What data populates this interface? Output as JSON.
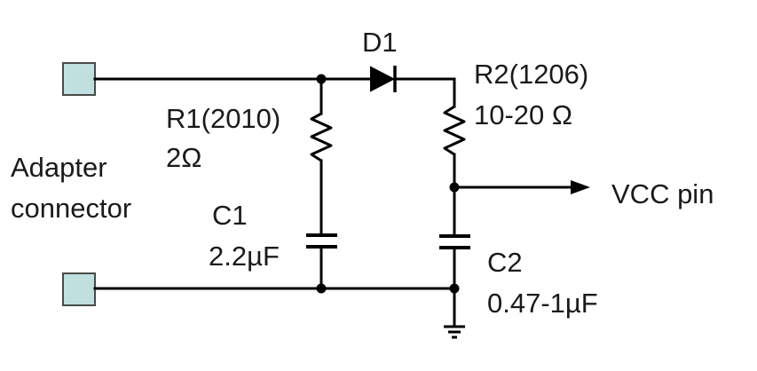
{
  "labels": {
    "connector_line1": "Adapter",
    "connector_line2": "connector",
    "d1": "D1",
    "r1_name": "R1(2010)",
    "r1_value": "2Ω",
    "c1_name": "C1",
    "c1_value": "2.2µF",
    "r2_name": "R2(1206)",
    "r2_value": "10-20 Ω",
    "c2_name": "C2",
    "c2_value": "0.47-1µF",
    "vcc": "VCC pin"
  },
  "colors": {
    "terminal_fill": "#bfe0de",
    "terminal_stroke": "#4a4a4a",
    "wire": "#000000",
    "text": "#1a1a1a"
  }
}
